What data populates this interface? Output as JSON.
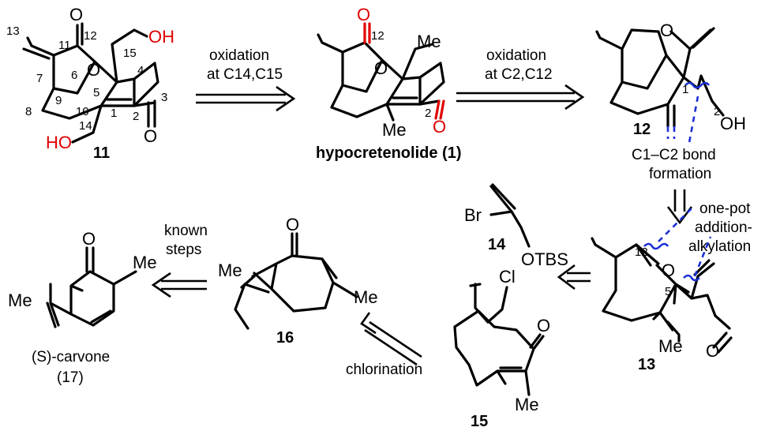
{
  "compounds": {
    "c11": {
      "number": "11",
      "atoms": {
        "O_ketone12": "O",
        "O_ring": "O",
        "OH15": "OH",
        "HO14": "HO",
        "O_ketone2": "O"
      },
      "locants": [
        "13",
        "12",
        "11",
        "15",
        "7",
        "6",
        "5",
        "4",
        "3",
        "8",
        "9",
        "10",
        "1",
        "2",
        "14"
      ]
    },
    "c1": {
      "name": "hypocretenolide (1)",
      "methyl_top": "Me",
      "methyl_bottom": "Me",
      "O_ring": "O",
      "O_ketone12": "O",
      "O_ketone2": "O",
      "locant12": "12",
      "locant2": "2"
    },
    "c12": {
      "number": "12",
      "O_ring": "O",
      "OH": "OH",
      "locant1": "1",
      "locant2": "2"
    },
    "c13": {
      "number": "13",
      "O_ring": "O",
      "O_ald": "O",
      "methyl": "Me",
      "locant12": "12",
      "locant5": "5"
    },
    "c14": {
      "number": "14",
      "Br": "Br",
      "OTBS": "OTBS"
    },
    "c15": {
      "number": "15",
      "Cl": "Cl",
      "O": "O",
      "methyl": "Me"
    },
    "c16": {
      "number": "16",
      "O": "O",
      "methyl_left": "Me",
      "methyl_right": "Me"
    },
    "c17": {
      "name_line1": "(S)-carvone",
      "name_line2": "(17)",
      "O": "O",
      "methyl_top": "Me",
      "methyl_left": "Me"
    }
  },
  "arrows": {
    "a1": {
      "line1": "oxidation",
      "line2": "at C14,C15"
    },
    "a2": {
      "line1": "oxidation",
      "line2": "at C2,C12"
    },
    "a3": {
      "line1": "C1–C2 bond",
      "line2": "formation"
    },
    "a4": {
      "line1": "one-pot",
      "line2": "addition-",
      "line3": "alkylation"
    },
    "a5": {
      "line1": "chlorination"
    },
    "a6": {
      "line1": "known",
      "line2": "steps"
    }
  },
  "colors": {
    "highlight": "#e00000",
    "disconnection": "#1a2fd6",
    "ink": "#000000"
  }
}
